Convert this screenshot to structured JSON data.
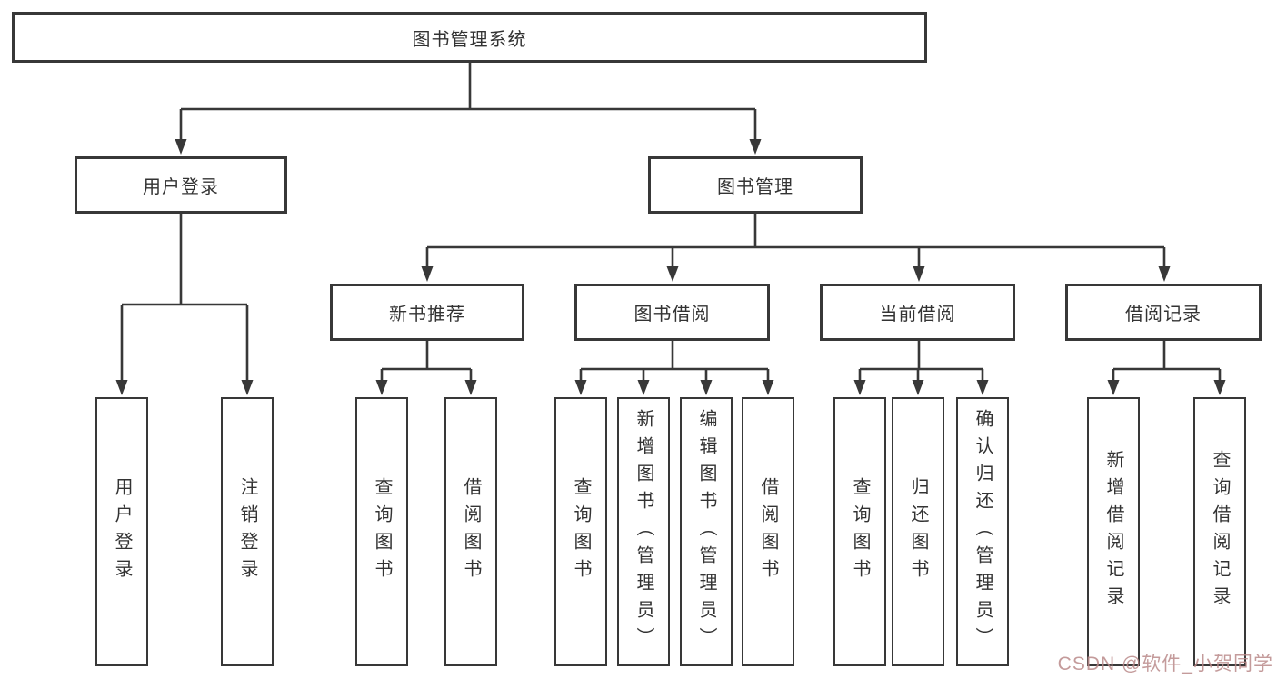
{
  "diagram": {
    "title_note": "functional structure chart",
    "root": {
      "label": "图书管理系统"
    },
    "branches": [
      {
        "label": "用户登录",
        "children": [
          {
            "label": "用户登录"
          },
          {
            "label": "注销登录"
          }
        ]
      },
      {
        "label": "图书管理",
        "children": [
          {
            "label": "新书推荐",
            "children": [
              {
                "label": "查询图书"
              },
              {
                "label": "借阅图书"
              }
            ]
          },
          {
            "label": "图书借阅",
            "children": [
              {
                "label": "查询图书"
              },
              {
                "label": "新增图书（管理员）"
              },
              {
                "label": "编辑图书（管理员）"
              },
              {
                "label": "借阅图书"
              }
            ]
          },
          {
            "label": "当前借阅",
            "children": [
              {
                "label": "查询图书"
              },
              {
                "label": "归还图书"
              },
              {
                "label": "确认归还（管理员）"
              }
            ]
          },
          {
            "label": "借阅记录",
            "children": [
              {
                "label": "新增借阅记录"
              },
              {
                "label": "查询借阅记录"
              }
            ]
          }
        ]
      }
    ],
    "colors": {
      "line": "#383838",
      "text": "#333333",
      "background": "#ffffff"
    }
  },
  "watermark": {
    "text": "CSDN @软件_小贺同学",
    "color": "#ba8989"
  }
}
